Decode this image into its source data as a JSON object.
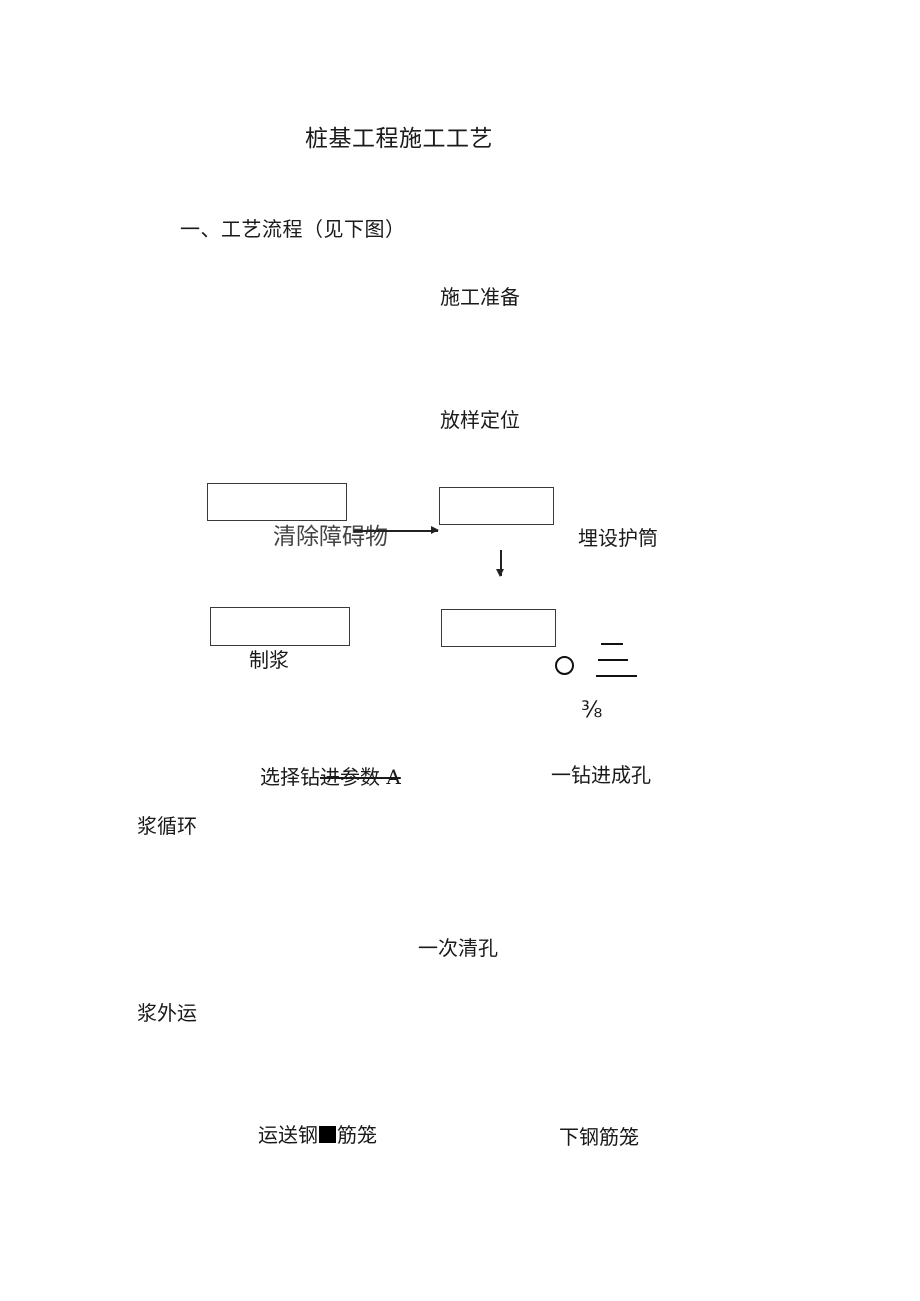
{
  "document": {
    "title": "桩基工程施工工艺",
    "section_heading": "一、工艺流程（见下图）"
  },
  "flowchart": {
    "steps": {
      "prep": "施工准备",
      "layout": "放样定位",
      "clear_obstacles": "清除障碍物",
      "bury_casing": "埋设护筒",
      "make_slurry": "制浆",
      "select_params_pre": "选择钻",
      "select_params_struck": "进参数 A",
      "drill_hole": "一钻进成孔",
      "slurry_circulation": "浆循环",
      "first_cleaning": "一次清孔",
      "slurry_outbound": "浆外运",
      "transport_cage_pre": "运送钢",
      "transport_cage_post": "筋笼",
      "lower_cage": "下钢筋笼"
    },
    "artifacts": {
      "circle_symbol": "○",
      "three_symbol": "三",
      "fraction": "⅜"
    }
  }
}
